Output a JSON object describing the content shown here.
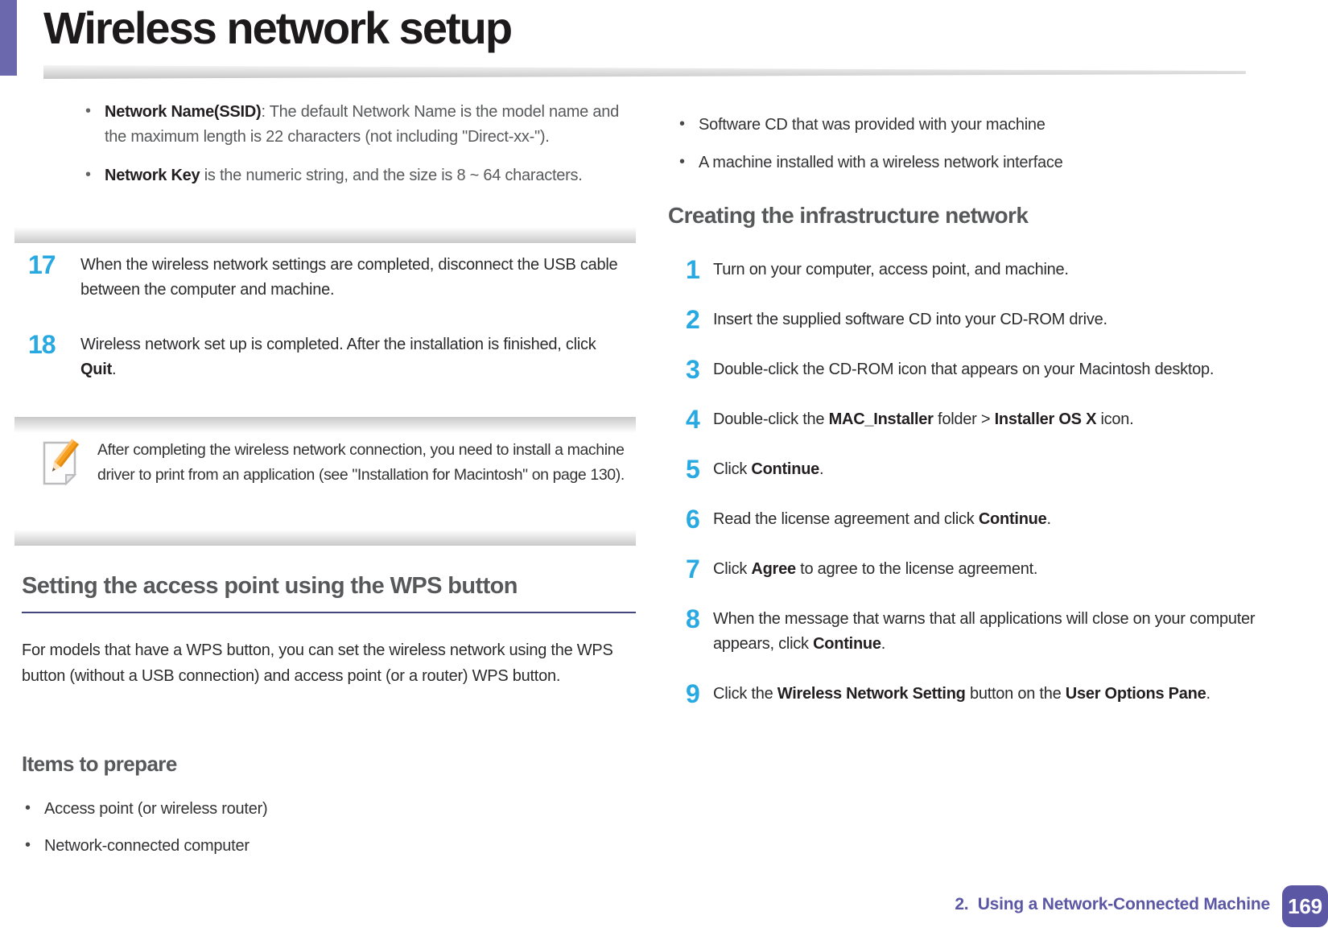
{
  "header": {
    "title": "Wireless network setup"
  },
  "colors": {
    "accent_cyan": "#29a9e1",
    "accent_purple": "#5b57a5",
    "heading_gray": "#58595b",
    "rule_navy": "#45457d",
    "corner_bar_purple": "#6b68ae"
  },
  "left_column": {
    "note_bullets": [
      {
        "runs": [
          {
            "text": "Network Name(SSID)",
            "bold": true
          },
          {
            "text": ": The default Network Name is the model name and the maximum length is 22 characters (not including \"Direct-xx-\")."
          }
        ]
      },
      {
        "runs": [
          {
            "text": "Network Key",
            "bold": true
          },
          {
            "text": " is the numeric string, and the size is 8 ~ 64 characters."
          }
        ]
      }
    ],
    "steps": [
      {
        "num": "17",
        "runs": [
          {
            "text": "When the wireless network settings are completed, disconnect the USB cable between the computer and machine."
          }
        ]
      },
      {
        "num": "18",
        "runs": [
          {
            "text": "Wireless network set up is completed. After the installation is finished, click "
          },
          {
            "text": "Quit",
            "bold": true
          },
          {
            "text": "."
          }
        ]
      }
    ],
    "note": {
      "icon": "note-pencil-icon",
      "runs": [
        {
          "text": "After completing the wireless network connection, you need to install a machine driver to print from an application (see \"Installation for Macintosh\" on page 130)."
        }
      ]
    },
    "wps": {
      "heading": "Setting the access point using the WPS button",
      "paragraph": "For models that have a WPS button, you can set the wireless network using the WPS button (without a USB connection) and access point (or a router) WPS button.",
      "items_heading": "Items to prepare",
      "items": [
        "Access point (or wireless router)",
        "Network-connected computer"
      ]
    }
  },
  "right_column": {
    "items": [
      "Software CD that was provided with your machine",
      "A machine installed with a wireless network interface"
    ],
    "heading": "Creating the infrastructure network",
    "steps": [
      {
        "num": "1",
        "runs": [
          {
            "text": "Turn on your computer, access point, and machine."
          }
        ]
      },
      {
        "num": "2",
        "runs": [
          {
            "text": "Insert the supplied software CD into your CD-ROM drive."
          }
        ]
      },
      {
        "num": "3",
        "runs": [
          {
            "text": "Double-click the CD-ROM icon that appears on your Macintosh desktop."
          }
        ]
      },
      {
        "num": "4",
        "runs": [
          {
            "text": "Double-click the "
          },
          {
            "text": "MAC_Installer",
            "bold": true
          },
          {
            "text": " folder > "
          },
          {
            "text": "Installer OS X",
            "bold": true
          },
          {
            "text": " icon."
          }
        ]
      },
      {
        "num": "5",
        "runs": [
          {
            "text": "Click "
          },
          {
            "text": "Continue",
            "bold": true
          },
          {
            "text": "."
          }
        ]
      },
      {
        "num": "6",
        "runs": [
          {
            "text": "Read the license agreement and click "
          },
          {
            "text": "Continue",
            "bold": true
          },
          {
            "text": "."
          }
        ]
      },
      {
        "num": "7",
        "runs": [
          {
            "text": "Click "
          },
          {
            "text": "Agree",
            "bold": true
          },
          {
            "text": " to agree to the license agreement."
          }
        ]
      },
      {
        "num": "8",
        "runs": [
          {
            "text": "When the message that warns that all applications will close on your computer appears, click "
          },
          {
            "text": "Continue",
            "bold": true
          },
          {
            "text": "."
          }
        ]
      },
      {
        "num": "9",
        "runs": [
          {
            "text": "Click the "
          },
          {
            "text": "Wireless Network Setting",
            "bold": true
          },
          {
            "text": " button on the "
          },
          {
            "text": "User Options Pane",
            "bold": true
          },
          {
            "text": "."
          }
        ]
      }
    ]
  },
  "footer": {
    "section_label": "2.  Using a Network-Connected Machine",
    "page_number": "169"
  }
}
